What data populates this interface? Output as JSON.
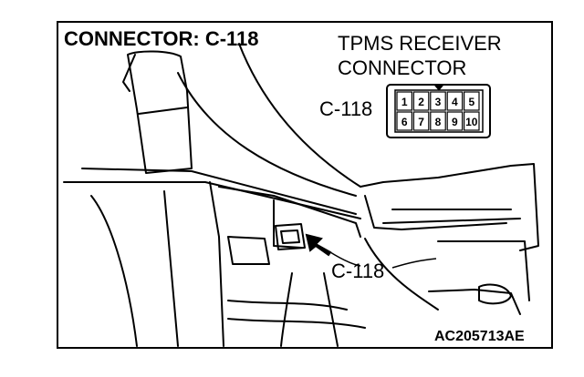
{
  "diagram": {
    "title": "CONNECTOR: C-118",
    "component_label_line1": "TPMS RECEIVER",
    "component_label_line2": "CONNECTOR",
    "connector_id": "C-118",
    "callout_label": "C-118",
    "figure_id": "AC205713AE",
    "pins_top": [
      "1",
      "2",
      "3",
      "4",
      "5"
    ],
    "pins_bottom": [
      "6",
      "7",
      "8",
      "9",
      "10"
    ]
  }
}
